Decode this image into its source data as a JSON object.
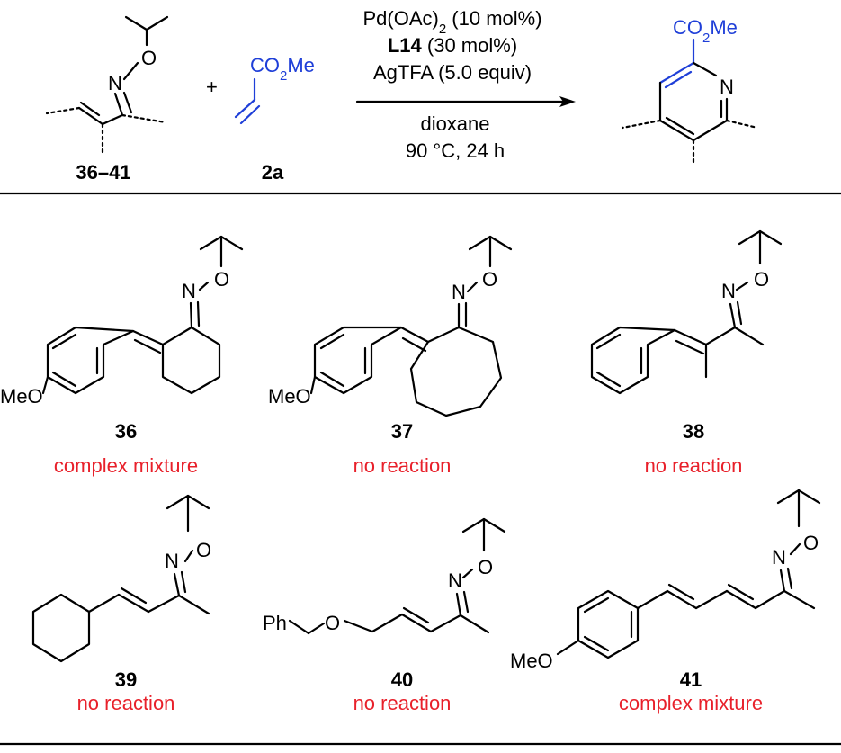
{
  "reaction": {
    "substrate_label": "36–41",
    "reagent_label": "2a",
    "reagent_group": "CO",
    "reagent_group_sub": "2",
    "reagent_group_tail": "Me",
    "product_group": "CO",
    "product_group_sub": "2",
    "product_group_tail": "Me",
    "plus": "+",
    "atom_N": "N",
    "atom_O": "O",
    "conditions": {
      "line1_a": "Pd(OAc)",
      "line1_sub": "2",
      "line1_b": " (10 mol%)",
      "line2_a": "L14",
      "line2_b": " (30 mol%)",
      "line3": "AgTFA (5.0 equiv)",
      "line4": "dioxane",
      "line5": "90 °C, 24 h"
    }
  },
  "substrates": [
    {
      "id": "36",
      "result": "complex mixture",
      "substituent": "MeO"
    },
    {
      "id": "37",
      "result": "no reaction",
      "substituent": "MeO"
    },
    {
      "id": "38",
      "result": "no reaction"
    },
    {
      "id": "39",
      "result": "no reaction"
    },
    {
      "id": "40",
      "result": "no reaction",
      "substituent": "Ph"
    },
    {
      "id": "41",
      "result": "complex mixture",
      "substituent": "MeO"
    }
  ],
  "colors": {
    "result_text": "#e8202a",
    "highlight": "#1f3fd8",
    "bond": "#000000"
  }
}
